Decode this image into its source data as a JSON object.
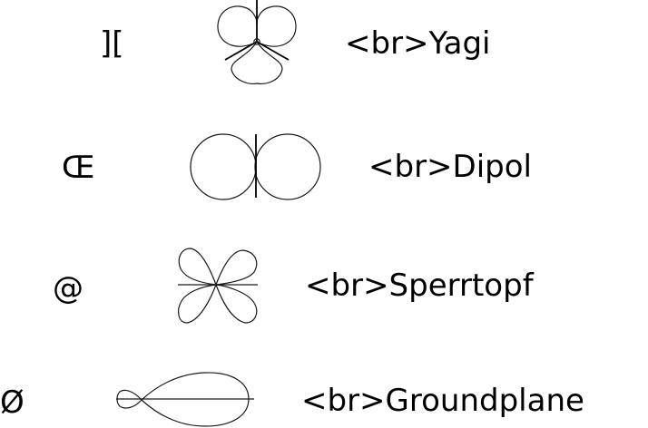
{
  "antennas": [
    {
      "symbol": "][",
      "label": "<br>Yagi",
      "pattern_icon": "yagi-pattern-icon"
    },
    {
      "symbol": "Œ",
      "label": "<br>Dipol",
      "pattern_icon": "dipole-pattern-icon"
    },
    {
      "symbol": "@",
      "label": "<br>Sperrtopf",
      "pattern_icon": "sperrtopf-pattern-icon"
    },
    {
      "symbol": "Ø",
      "label": "<br>Groundplane",
      "pattern_icon": "groundplane-pattern-icon"
    }
  ],
  "colors": {
    "text": "#000000",
    "line": "#1a1a1a",
    "background": "#ffffff"
  }
}
